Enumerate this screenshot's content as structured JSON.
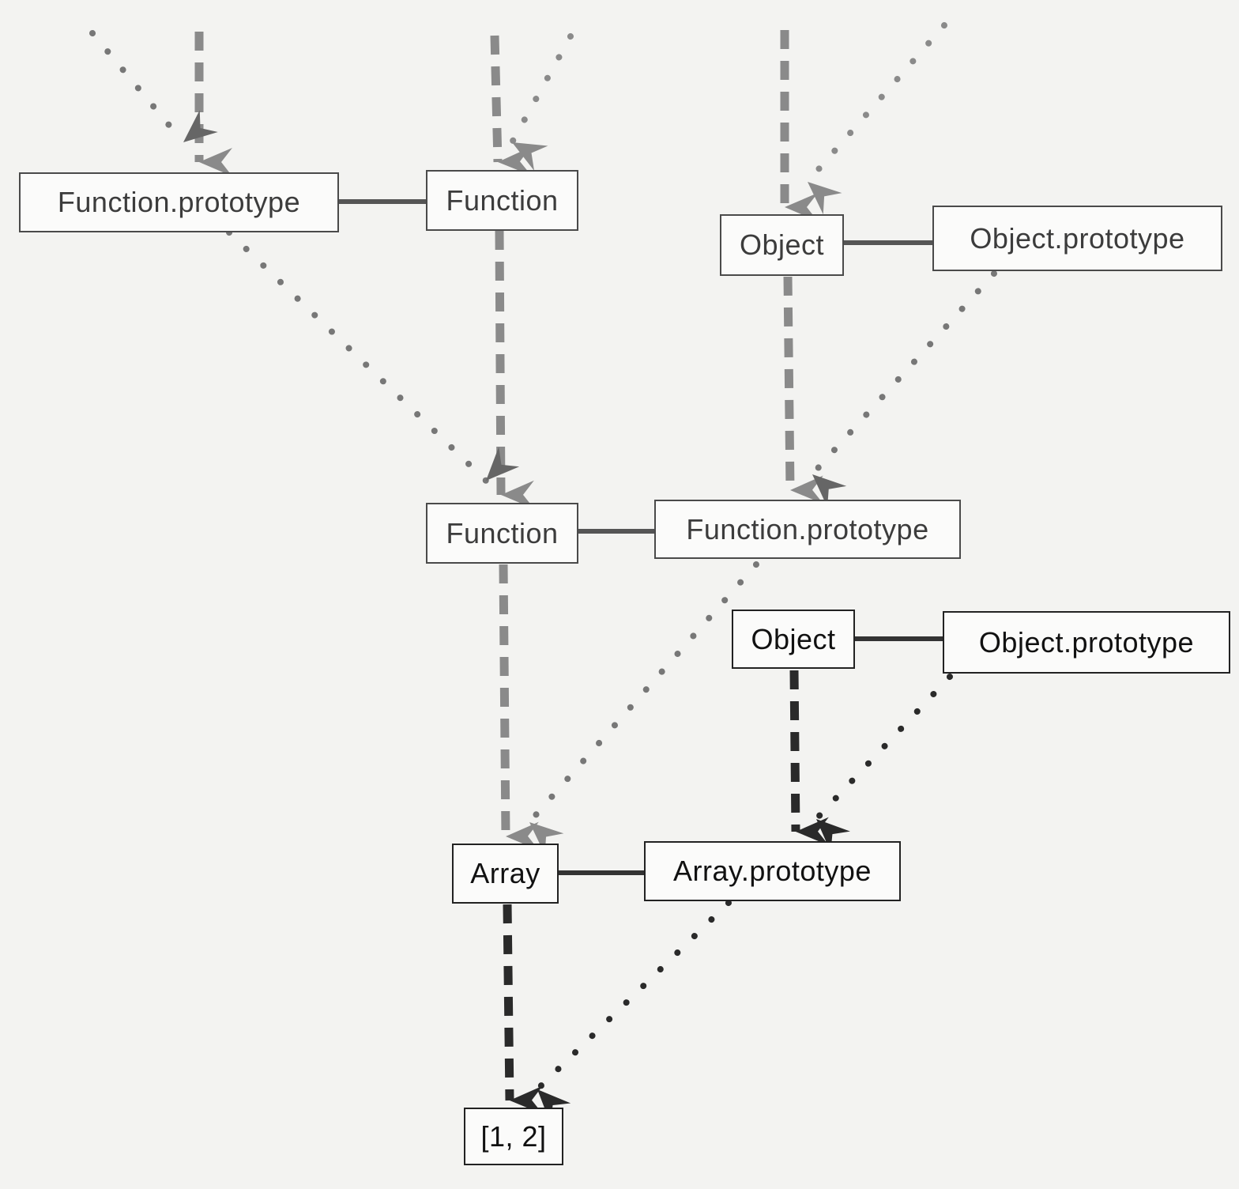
{
  "nodes": {
    "fp_top": "Function.prototype",
    "f_top": "Function",
    "o_top": "Object",
    "op_top": "Object.prototype",
    "f_mid": "Function",
    "fp_mid": "Function.prototype",
    "o_mid": "Object",
    "op_mid": "Object.prototype",
    "array": "Array",
    "array_proto": "Array.prototype",
    "instance": "[1, 2]"
  },
  "colors": {
    "light_gray": "#8a8a8a",
    "mid_gray": "#666666",
    "dark": "#2a2a2a",
    "box_border": "#333333",
    "background": "#f3f3f1"
  },
  "line_styles": {
    "pair_link": "solid",
    "constructor_link": "dashed-arrow",
    "prototype_link": "dotted-arrow"
  }
}
